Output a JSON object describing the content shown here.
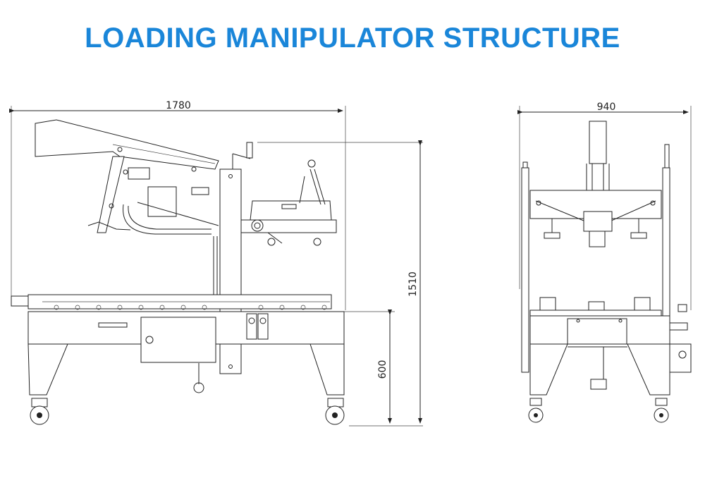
{
  "title": "LOADING MANIPULATOR STRUCTURE",
  "colors": {
    "title": "#1a86d9",
    "line": "#222222"
  },
  "dimensions": {
    "side_length": "1780",
    "front_width": "940",
    "total_height": "1510",
    "table_height": "600"
  }
}
